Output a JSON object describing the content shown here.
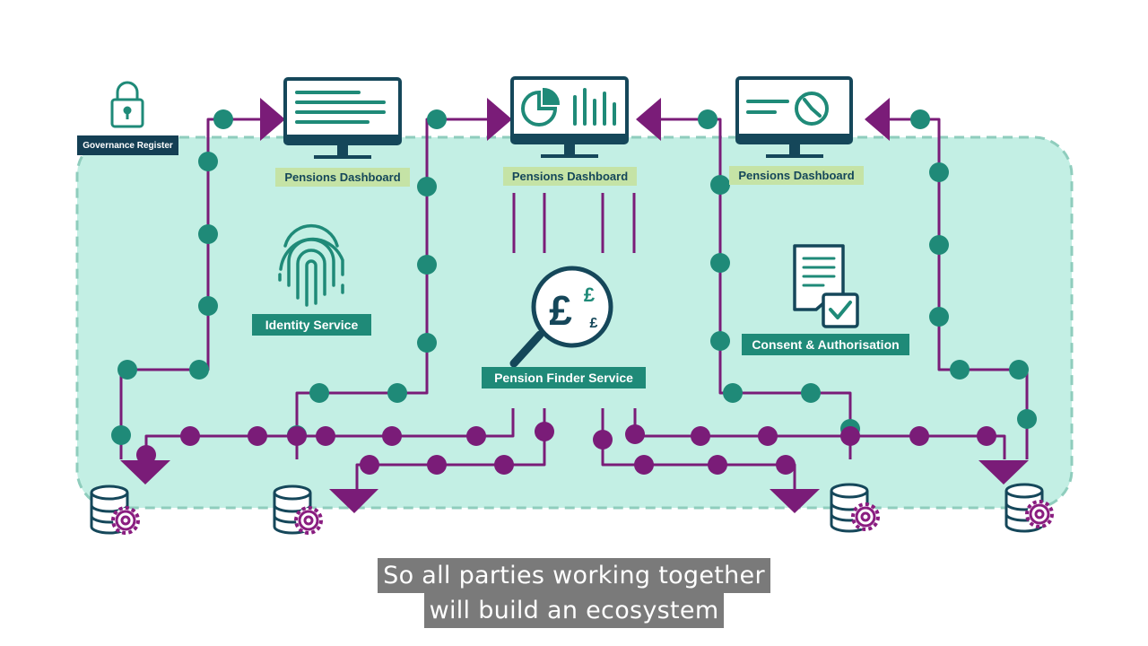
{
  "labels": {
    "governance_register": "Governance Register",
    "dashboard_left": "Pensions Dashboard",
    "dashboard_center": "Pensions Dashboard",
    "dashboard_right": "Pensions Dashboard",
    "identity_service": "Identity Service",
    "pension_finder_service": "Pension Finder Service",
    "consent_authorisation": "Consent & Authorisation"
  },
  "icons": {
    "governance_register": "padlock-icon",
    "dashboard_left": "monitor-text-icon",
    "dashboard_center": "monitor-chart-icon",
    "dashboard_right": "monitor-gauge-icon",
    "identity_service": "fingerprint-icon",
    "pension_finder_service": "magnifier-currency-icon",
    "consent_authorisation": "document-check-icon",
    "data_providers": "database-gear-icon"
  },
  "finder_symbols": {
    "big": "£",
    "small_top": "£",
    "small_bottom": "£"
  },
  "caption": {
    "line1": "So all parties working together",
    "line2": "will build an ecosystem"
  },
  "colors": {
    "ecosystem_fill": "#c3efe4",
    "ecosystem_border": "#8fcdbd",
    "connector": "#7a1c78",
    "node_teal": "#1f8a78",
    "icon_dark": "#15475a",
    "icon_teal": "#1f8a78",
    "label_green": "#c5e3a6",
    "gear": "#8a1d80"
  }
}
